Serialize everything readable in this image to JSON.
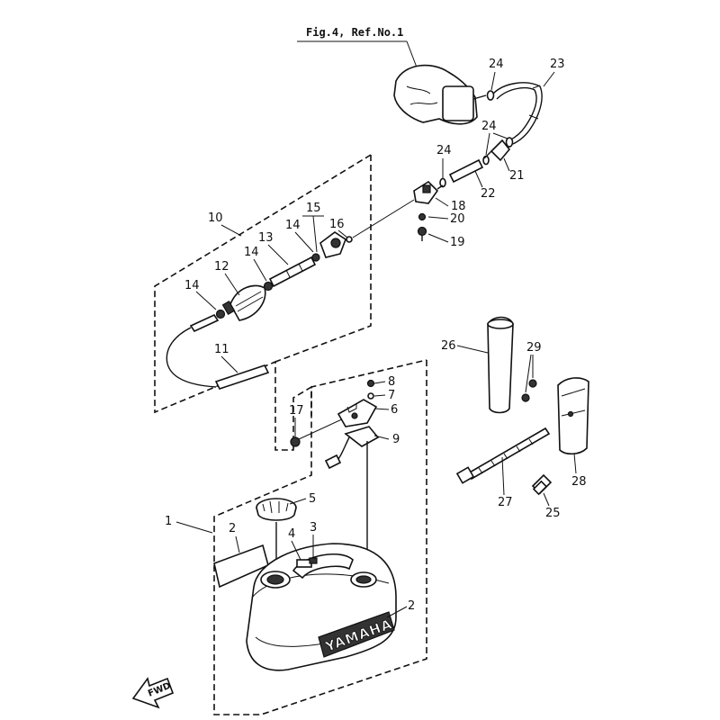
{
  "reference_label": "Fig.4, Ref.No.1",
  "direction_label": "FWD",
  "brand_text": "YAMAHA",
  "callouts": [
    "1",
    "2",
    "2",
    "3",
    "4",
    "5",
    "6",
    "7",
    "8",
    "9",
    "10",
    "11",
    "12",
    "13",
    "14",
    "14",
    "14",
    "15",
    "16",
    "17",
    "18",
    "19",
    "20",
    "21",
    "22",
    "23",
    "24",
    "24",
    "24",
    "25",
    "26",
    "27",
    "28",
    "29"
  ]
}
